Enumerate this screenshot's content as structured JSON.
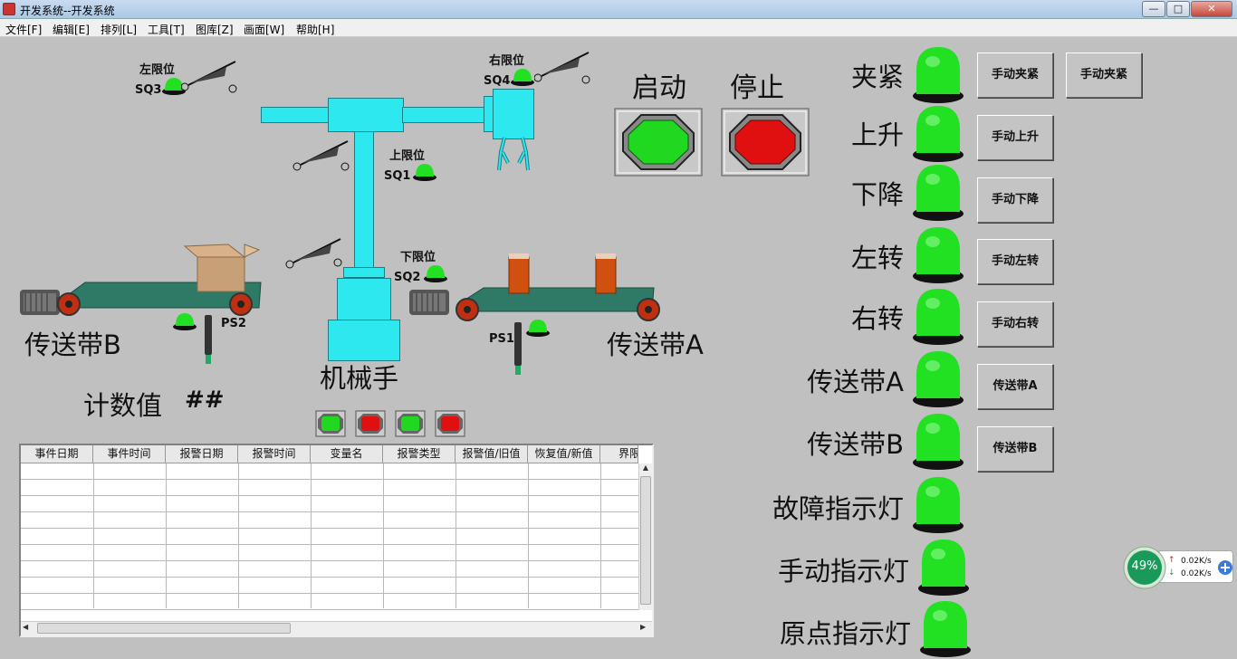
{
  "window": {
    "title": "开发系统--开发系统",
    "min": "—",
    "max": "□",
    "close": "✕"
  },
  "menu": [
    "文件[F]",
    "编辑[E]",
    "排列[L]",
    "工具[T]",
    "图库[Z]",
    "画面[W]",
    "帮助[H]"
  ],
  "limits": {
    "left_limit": "左限位",
    "sq3": "SQ3",
    "right_limit": "右限位",
    "sq4": "SQ4",
    "up_limit": "上限位",
    "sq1": "SQ1",
    "down_limit": "下限位",
    "sq2": "SQ2"
  },
  "sensors": {
    "ps1": "PS1",
    "ps2": "PS2"
  },
  "scene": {
    "conveyor_b": "传送带B",
    "conveyor_a": "传送带A",
    "robot": "机械手",
    "counter_label": "计数值",
    "counter_value": "##"
  },
  "controls": {
    "start": "启动",
    "stop": "停止"
  },
  "indicators": [
    {
      "label": "夹紧",
      "state": "on"
    },
    {
      "label": "上升",
      "state": "on"
    },
    {
      "label": "下降",
      "state": "on"
    },
    {
      "label": "左转",
      "state": "on"
    },
    {
      "label": "右转",
      "state": "on"
    },
    {
      "label": "传送带A",
      "state": "on"
    },
    {
      "label": "传送带B",
      "state": "on"
    },
    {
      "label": "故障指示灯",
      "state": "on"
    },
    {
      "label": "手动指示灯",
      "state": "on"
    },
    {
      "label": "原点指示灯",
      "state": "on"
    }
  ],
  "manual_buttons": [
    "手动夹紧",
    "手动上升",
    "手动下降",
    "手动左转",
    "手动右转",
    "传送带A",
    "传送带B"
  ],
  "manual_extra": "手动夹紧",
  "alarm_table": {
    "columns": [
      "事件日期",
      "事件时间",
      "报警日期",
      "报警时间",
      "变量名",
      "报警类型",
      "报警值/旧值",
      "恢复值/新值",
      "界限"
    ]
  },
  "net_widget": {
    "percent": "49%",
    "up": "0.02K/s",
    "down": "0.02K/s"
  },
  "colors": {
    "lamp_on": "#22e022",
    "cyan": "#2ee8f0",
    "stop_red": "#e01010",
    "start_green": "#20d820"
  }
}
